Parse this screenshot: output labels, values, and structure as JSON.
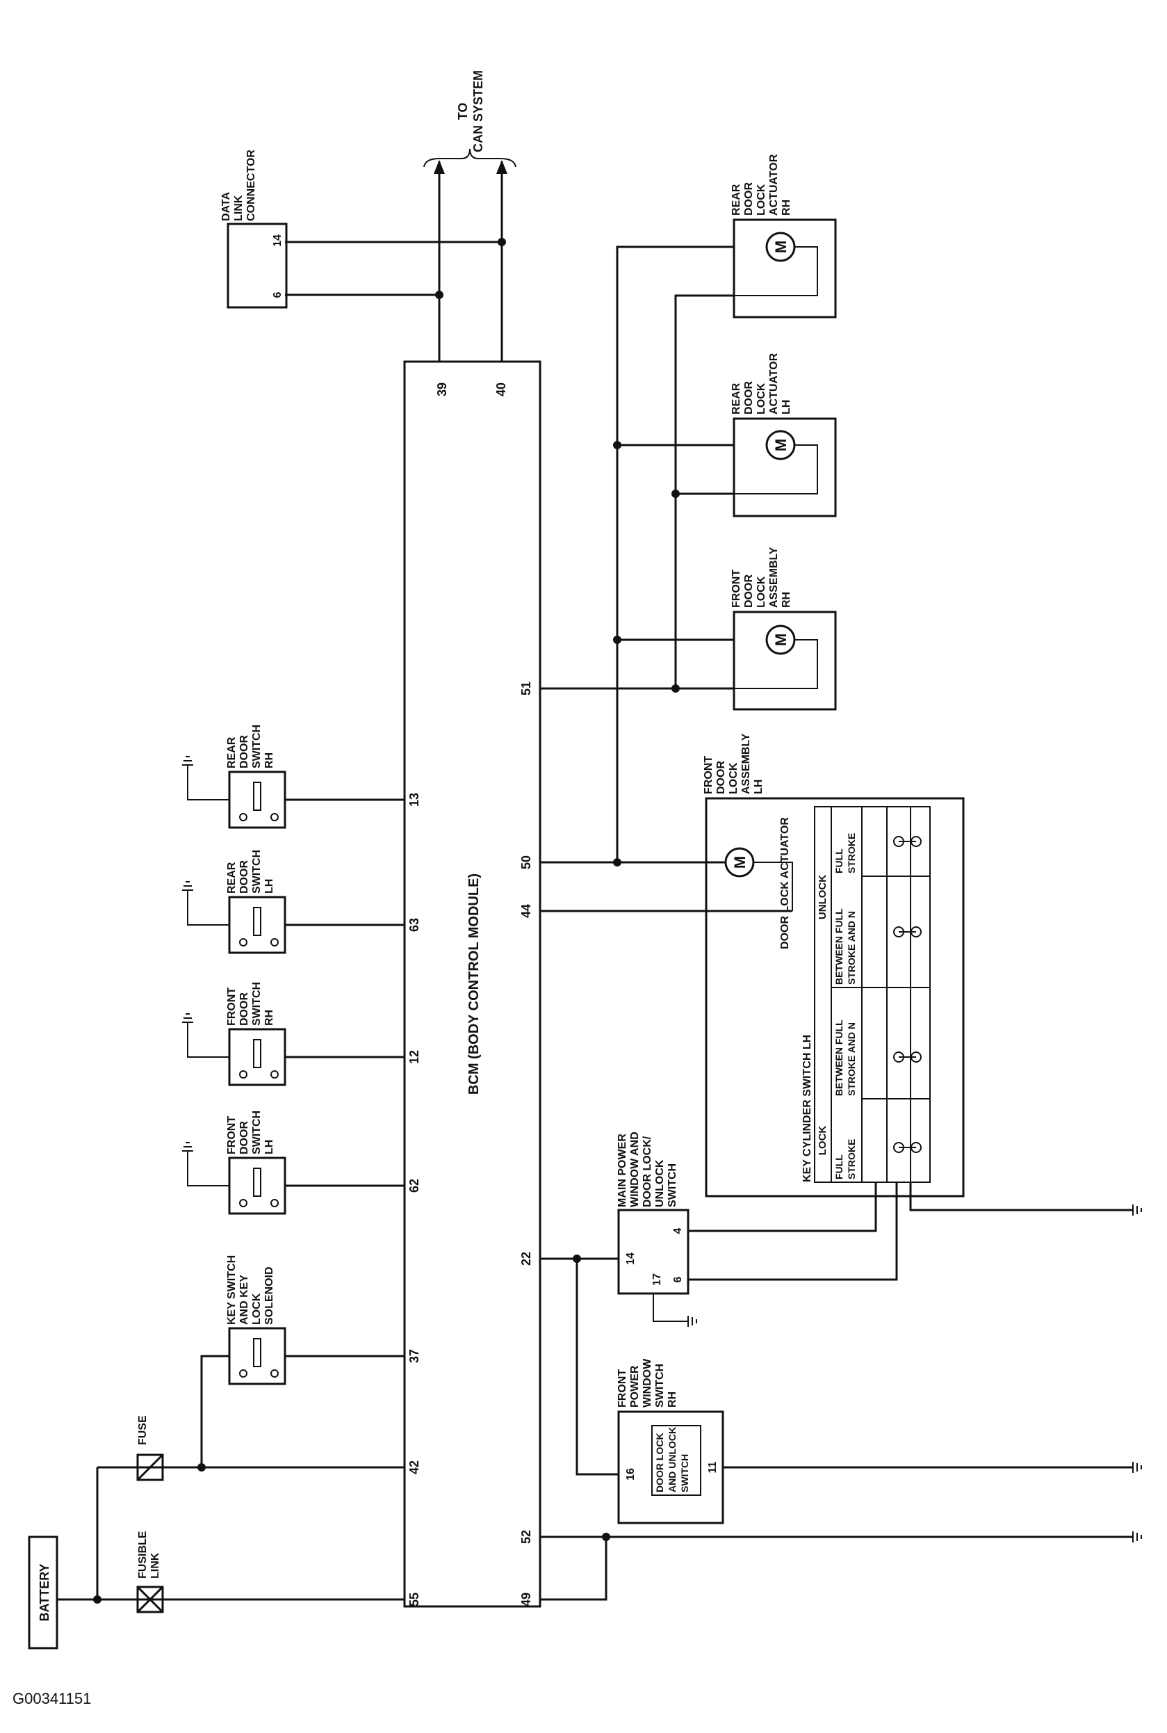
{
  "figure_id": "G00341151",
  "bcm": {
    "label": "BCM (BODY CONTROL MODULE)",
    "top_pins": [
      "39",
      "40"
    ],
    "left_pins": [
      "13",
      "63",
      "12",
      "62",
      "37",
      "42",
      "55"
    ],
    "right_pins": [
      "51",
      "50",
      "44",
      "22",
      "52",
      "49"
    ]
  },
  "can_label": [
    "TO",
    "CAN SYSTEM"
  ],
  "data_link": {
    "lines": [
      "DATA",
      "LINK",
      "CONNECTOR"
    ],
    "pin_a": "14",
    "pin_b": "6"
  },
  "door_switches": [
    {
      "lines": [
        "REAR",
        "DOOR",
        "SWITCH",
        "RH"
      ]
    },
    {
      "lines": [
        "REAR",
        "DOOR",
        "SWITCH",
        "LH"
      ]
    },
    {
      "lines": [
        "FRONT",
        "DOOR",
        "SWITCH",
        "RH"
      ]
    },
    {
      "lines": [
        "FRONT",
        "DOOR",
        "SWITCH",
        "LH"
      ]
    },
    {
      "lines": [
        "KEY SWITCH",
        "AND KEY",
        "LOCK",
        "SOLENOID"
      ]
    }
  ],
  "fuse_label": "FUSE",
  "fusible_label": [
    "FUSIBLE",
    "LINK"
  ],
  "battery_label": "BATTERY",
  "actuators": [
    {
      "lines": [
        "REAR",
        "DOOR",
        "LOCK",
        "ACTUATOR",
        "RH"
      ]
    },
    {
      "lines": [
        "REAR",
        "DOOR",
        "LOCK",
        "ACTUATOR",
        "LH"
      ]
    },
    {
      "lines": [
        "FRONT",
        "DOOR",
        "LOCK",
        "ASSEMBLY",
        "RH"
      ]
    }
  ],
  "motor_symbol": "M",
  "front_lh": {
    "lines": [
      "FRONT",
      "DOOR",
      "LOCK",
      "ASSEMBLY",
      "LH"
    ],
    "actuator_label": "DOOR LOCK ACTUATOR",
    "key_cylinder_label": "KEY CYLINDER SWITCH LH",
    "lock": "LOCK",
    "unlock": "UNLOCK",
    "col_full_1": "FULL",
    "col_stroke": "STROKE",
    "col_between": "BETWEEN FULL",
    "col_stroke_n": "STROKE AND N"
  },
  "main_switch": {
    "lines": [
      "MAIN POWER",
      "WINDOW AND",
      "DOOR LOCK/",
      "UNLOCK",
      "SWITCH"
    ],
    "pins": [
      "14",
      "17",
      "4",
      "6"
    ]
  },
  "front_rh_switch": {
    "lines": [
      "FRONT",
      "POWER",
      "WINDOW",
      "SWITCH",
      "RH"
    ],
    "pins": [
      "16",
      "11"
    ],
    "inner": [
      "DOOR LOCK",
      "AND UNLOCK",
      "SWITCH"
    ]
  }
}
